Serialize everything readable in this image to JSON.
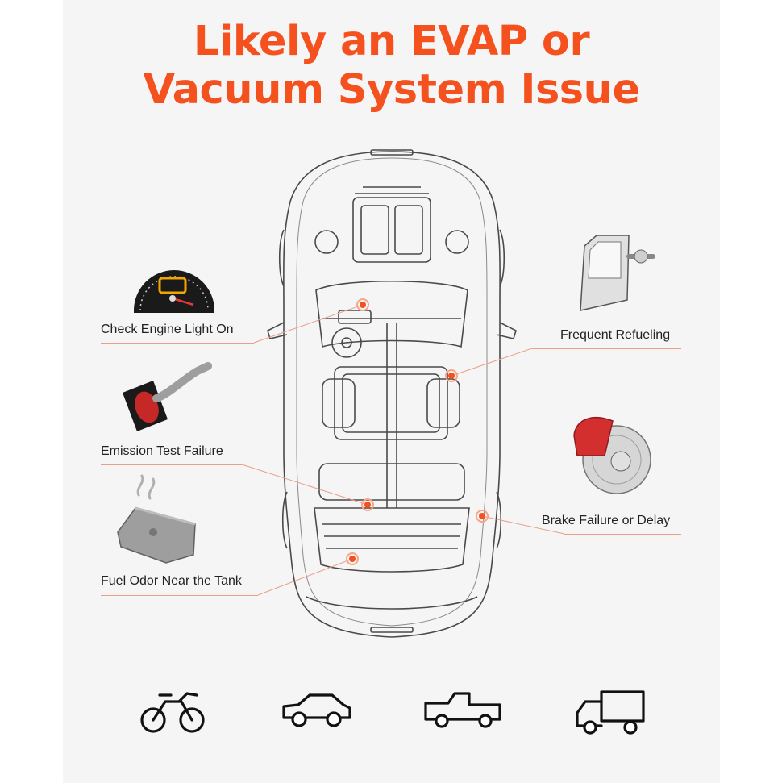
{
  "title": {
    "line1": "Likely an EVAP or",
    "line2": "Vacuum System Issue"
  },
  "accent_color": "#f4511e",
  "symptoms": {
    "left": [
      {
        "label": "Check Engine Light On",
        "icon": "check-engine-gauge-icon"
      },
      {
        "label": "Emission Test Failure",
        "icon": "air-intake-filter-icon"
      },
      {
        "label": "Fuel Odor Near the Tank",
        "icon": "fuel-tank-icon"
      }
    ],
    "right": [
      {
        "label": "Frequent Refueling",
        "icon": "door-seal-icon"
      },
      {
        "label": "Brake Failure or Delay",
        "icon": "brake-caliper-icon"
      }
    ]
  },
  "vehicle_types": [
    "motorcycle-icon",
    "car-icon",
    "pickup-truck-icon",
    "box-truck-icon"
  ]
}
